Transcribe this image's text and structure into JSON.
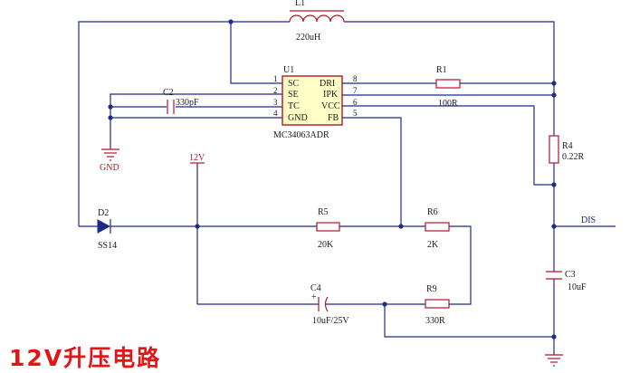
{
  "title": "12V升压电路",
  "inductor": {
    "value": "220uH",
    "ref": "L1"
  },
  "ic": {
    "ref": "U1",
    "part": "MC34063ADR",
    "pins_left": [
      {
        "num": "1",
        "name": "SC"
      },
      {
        "num": "2",
        "name": "SE"
      },
      {
        "num": "3",
        "name": "TC"
      },
      {
        "num": "4",
        "name": "GND"
      }
    ],
    "pins_right": [
      {
        "num": "8",
        "name": "DRI"
      },
      {
        "num": "7",
        "name": "IPK"
      },
      {
        "num": "6",
        "name": "VCC"
      },
      {
        "num": "5",
        "name": "FB"
      }
    ]
  },
  "c2": {
    "ref": "C2",
    "value": "330pF"
  },
  "r1": {
    "ref": "R1",
    "value": "100R"
  },
  "r4": {
    "ref": "R4",
    "value": "0.22R"
  },
  "gnd_label": "GND",
  "v12_label": "12V",
  "d2": {
    "ref": "D2",
    "value": "SS14"
  },
  "r5": {
    "ref": "R5",
    "value": "20K"
  },
  "r6": {
    "ref": "R6",
    "value": "2K"
  },
  "dis_label": "DIS",
  "c3": {
    "ref": "C3",
    "value": "10uF"
  },
  "c4": {
    "ref": "C4",
    "value": "10uF/25V",
    "polarity": "+"
  },
  "r9": {
    "ref": "R9",
    "value": "330R"
  }
}
